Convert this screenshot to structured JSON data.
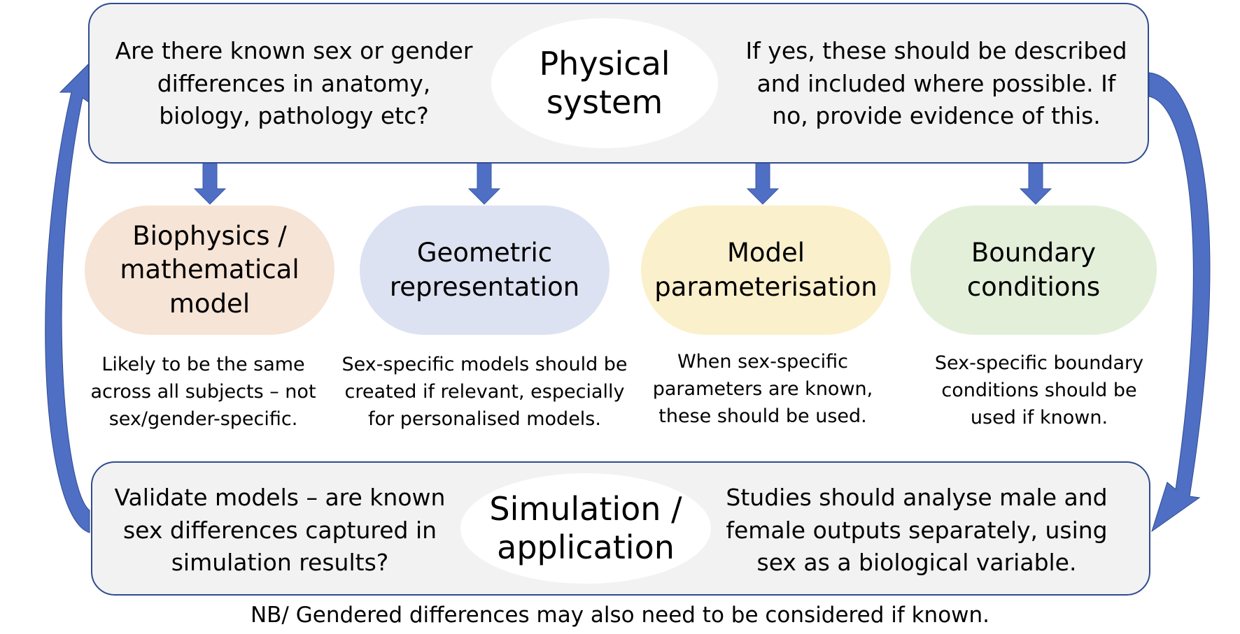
{
  "top_box": {
    "title": "Physical system",
    "left_text": "Are there known sex or gender differences in anatomy, biology, pathology etc?",
    "right_text": "If yes, these should be described and included where possible. If no, provide evidence of this."
  },
  "components": [
    {
      "label": "Biophysics / mathematical model",
      "color": "#f6e4d6",
      "description": "Likely to be the same across all subjects – not sex/gender-specific."
    },
    {
      "label": "Geometric representation",
      "color": "#dde2f2",
      "description": "Sex-specific models should be created if relevant, especially for personalised models."
    },
    {
      "label": "Model parameterisation",
      "color": "#fbf0cc",
      "description": "When sex-specific parameters are known, these should be used."
    },
    {
      "label": "Boundary conditions",
      "color": "#e3efd9",
      "description": "Sex-specific boundary conditions should be used if known."
    }
  ],
  "bottom_box": {
    "title": "Simulation / application",
    "left_text": "Validate models – are known sex differences captured in simulation results?",
    "right_text": "Studies should analyse male and female outputs separately, using sex as a biological variable."
  },
  "footnote": "NB/ Gendered differences may also need to be considered if known.",
  "colors": {
    "arrow": "#4f6fc4",
    "border": "#2f4b8f",
    "box_fill": "#f2f2f2"
  }
}
